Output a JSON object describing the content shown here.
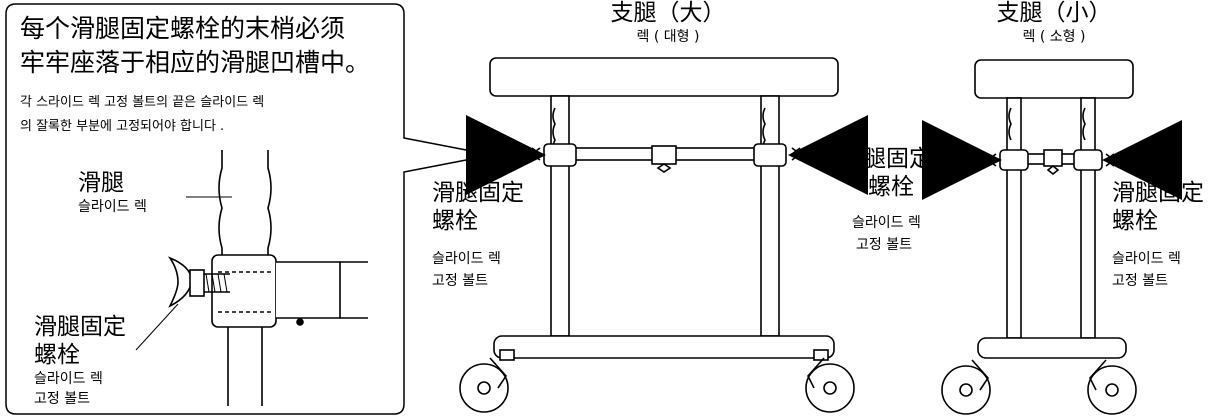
{
  "callout": {
    "zh_line1": "每个滑腿固定螺栓的末梢必须",
    "zh_line2": "牢牢座落于相应的滑腿凹槽中。",
    "ko_line1": "각 스라이드 렉 고정 볼트의 끝은 슬라이드 렉",
    "ko_line2": "의 잘록한 부분에 고정되어야 합니다 .",
    "leg_zh": "滑腿",
    "leg_ko": "슬라이드 렉",
    "bolt_zh_1": "滑腿固定",
    "bolt_zh_2": "螺栓",
    "bolt_ko_1": "슬라이드 렉",
    "bolt_ko_2": "고정 볼트"
  },
  "large": {
    "title_zh": "支腿（大）",
    "title_ko": "렉 ( 대형 )",
    "bolt_zh_1": "滑腿固定",
    "bolt_zh_2": "螺栓",
    "bolt_ko_1": "슬라이드 렉",
    "bolt_ko_2": "고정 볼트"
  },
  "middle_label": {
    "bolt_zh_1": "滑腿固定",
    "bolt_zh_2": "螺栓",
    "bolt_ko_1": "슬라이드 렉",
    "bolt_ko_2": "고정 볼트"
  },
  "small": {
    "title_zh": "支腿（小）",
    "title_ko": "렉 ( 소형 )",
    "bolt_zh_1": "滑腿固定",
    "bolt_zh_2": "螺栓",
    "bolt_ko_1": "슬라이드 렉",
    "bolt_ko_2": "고정 볼트"
  }
}
